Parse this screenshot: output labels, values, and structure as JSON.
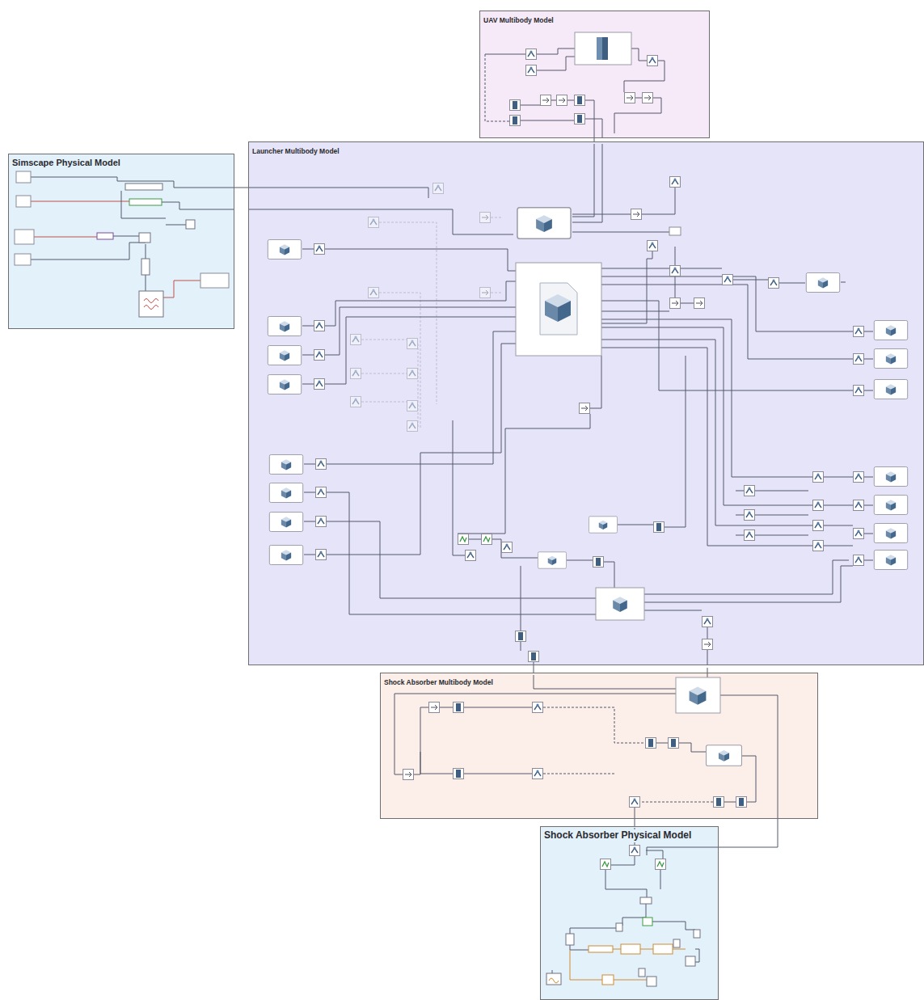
{
  "diagram": {
    "nodes": [
      {
        "text": [
          "UAV Multibody Model"
        ]
      },
      {
        "text": [
          "Simscape Physical Model"
        ]
      },
      {
        "text": [
          "Launcher Multibody Model"
        ]
      },
      {
        "text": [
          "Shock Absorber Multibody Model"
        ]
      },
      {
        "text": [
          "Shock Absorber Physical Model"
        ]
      }
    ],
    "edges": [
      {
        "from": 0,
        "to": 2,
        "arrow": "none"
      },
      {
        "from": 1,
        "to": 2,
        "arrow": "none"
      },
      {
        "from": 2,
        "to": 3,
        "arrow": "none"
      },
      {
        "from": 3,
        "to": 4,
        "arrow": "none"
      }
    ]
  }
}
